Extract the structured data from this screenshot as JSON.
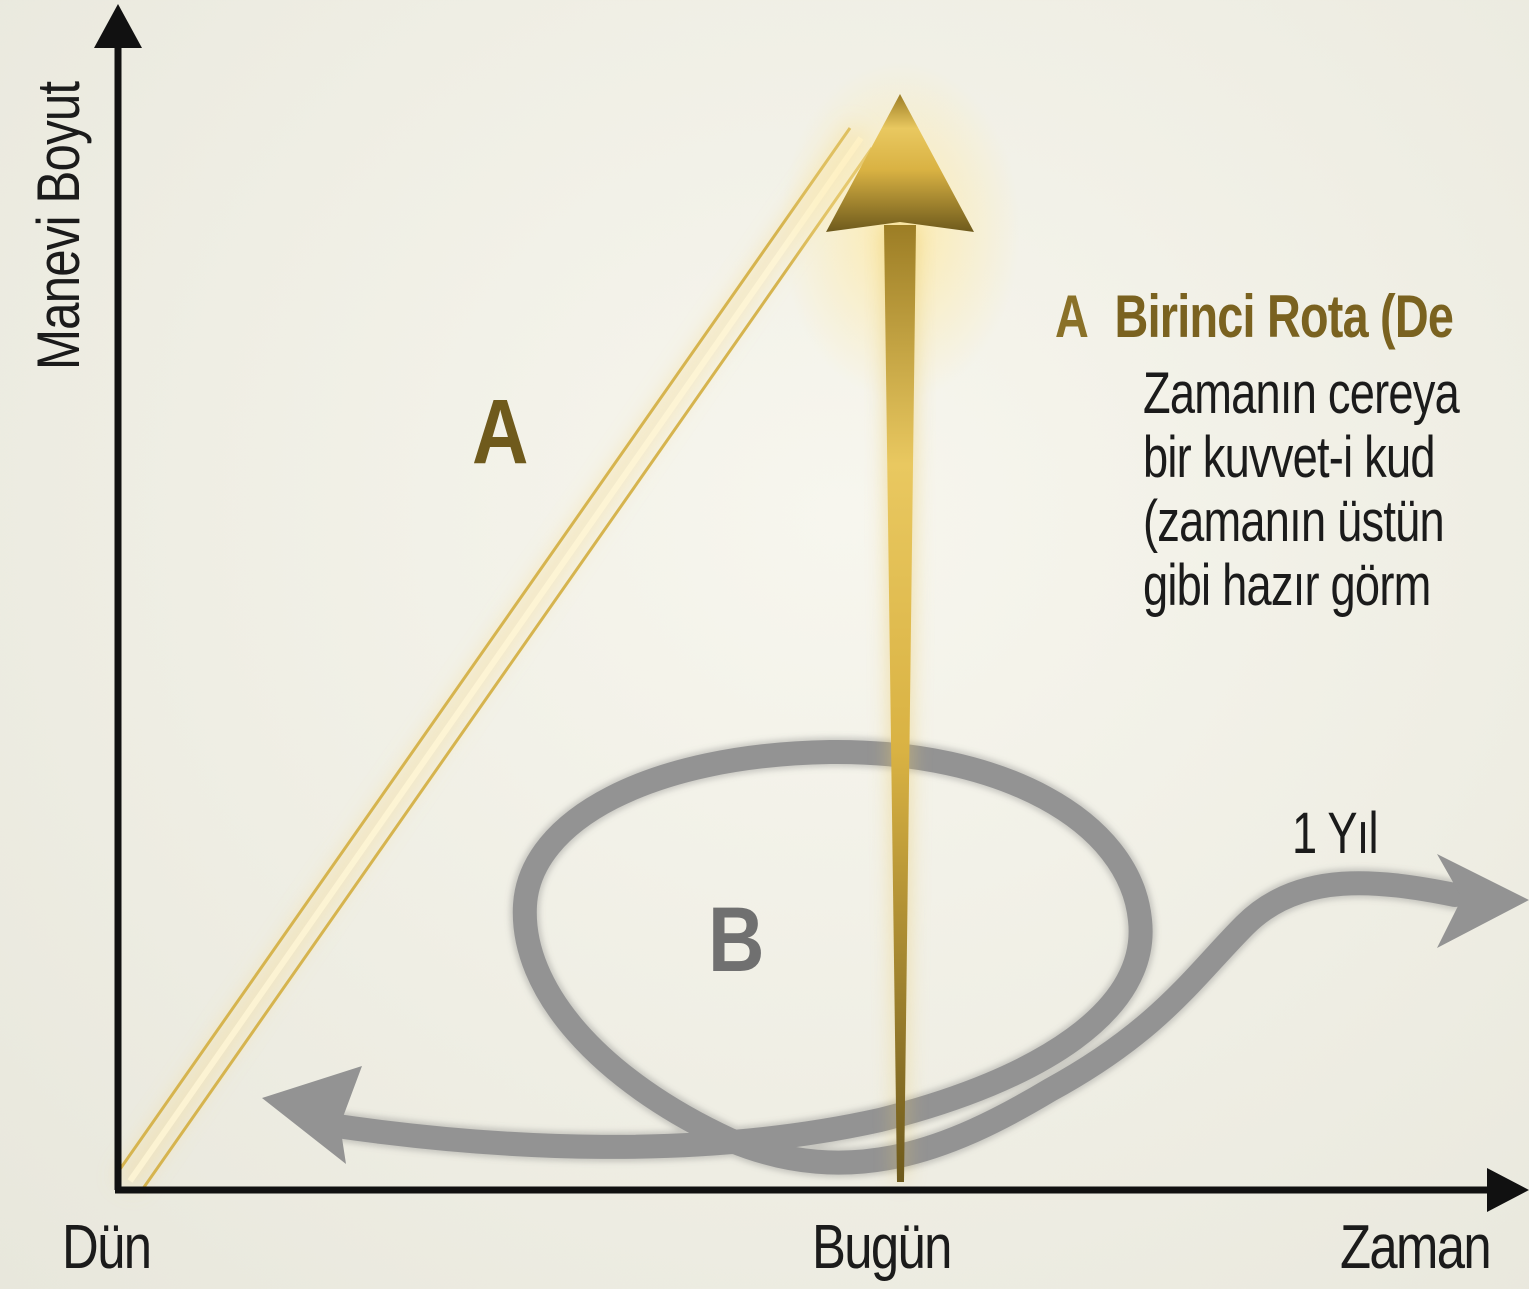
{
  "axes": {
    "y_label": "Manevi Boyut",
    "x_label": "Zaman",
    "x_ticks": [
      "Dün",
      "Bugün"
    ]
  },
  "routes": {
    "a_letter": "A",
    "b_letter": "B",
    "b_label": "1 Yıl"
  },
  "legend": {
    "letter": "A",
    "title": "Birinci Rota (De",
    "lines": [
      "Zamanın cereya",
      "bir kuvvet-i kud",
      "(zamanın üstün",
      "gibi hazır görm"
    ]
  },
  "colors": {
    "gold": "#b8962e",
    "gold_light": "#f0d27a",
    "grey": "#8f8f8f",
    "axis": "#111111"
  }
}
